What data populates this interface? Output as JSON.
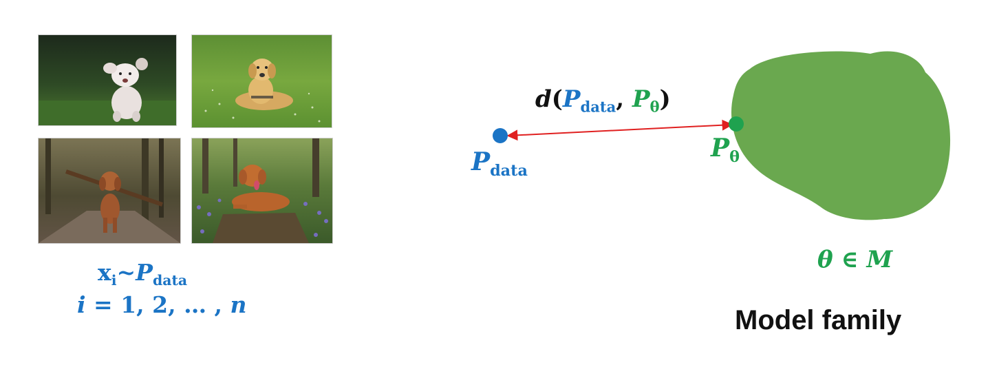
{
  "samples": {
    "x_var": "x",
    "x_index": "i",
    "tilde": "~",
    "p_letter": "P",
    "p_sub": "data",
    "i_var": "i",
    "equals": " = ",
    "range": "1, 2, … , ",
    "n_var": "n"
  },
  "distance": {
    "d_letter": "d",
    "open": "(",
    "p1_letter": "P",
    "p1_sub": "data",
    "comma": ",",
    "p2_letter": "P",
    "p2_sub": "θ",
    "close": ")"
  },
  "p_data_point": {
    "letter": "P",
    "sub": "data"
  },
  "p_theta_point": {
    "letter": "P",
    "sub": "θ"
  },
  "parameter": {
    "theta": "θ",
    "member": " ∈ ",
    "set": "M"
  },
  "model_family": {
    "title": "Model family"
  },
  "colors": {
    "data_blue": "#1b74c5",
    "model_green": "#1fa24f",
    "blob_green": "#6aa84f",
    "arrow_red": "#e02020"
  },
  "images": [
    {
      "icon": "dog-photo-white-puppy-running"
    },
    {
      "icon": "dog-photo-golden-retriever-lying-on-grass"
    },
    {
      "icon": "dog-photo-brown-dog-carrying-stick"
    },
    {
      "icon": "dog-photo-brown-dog-on-stump-with-flowers"
    }
  ]
}
